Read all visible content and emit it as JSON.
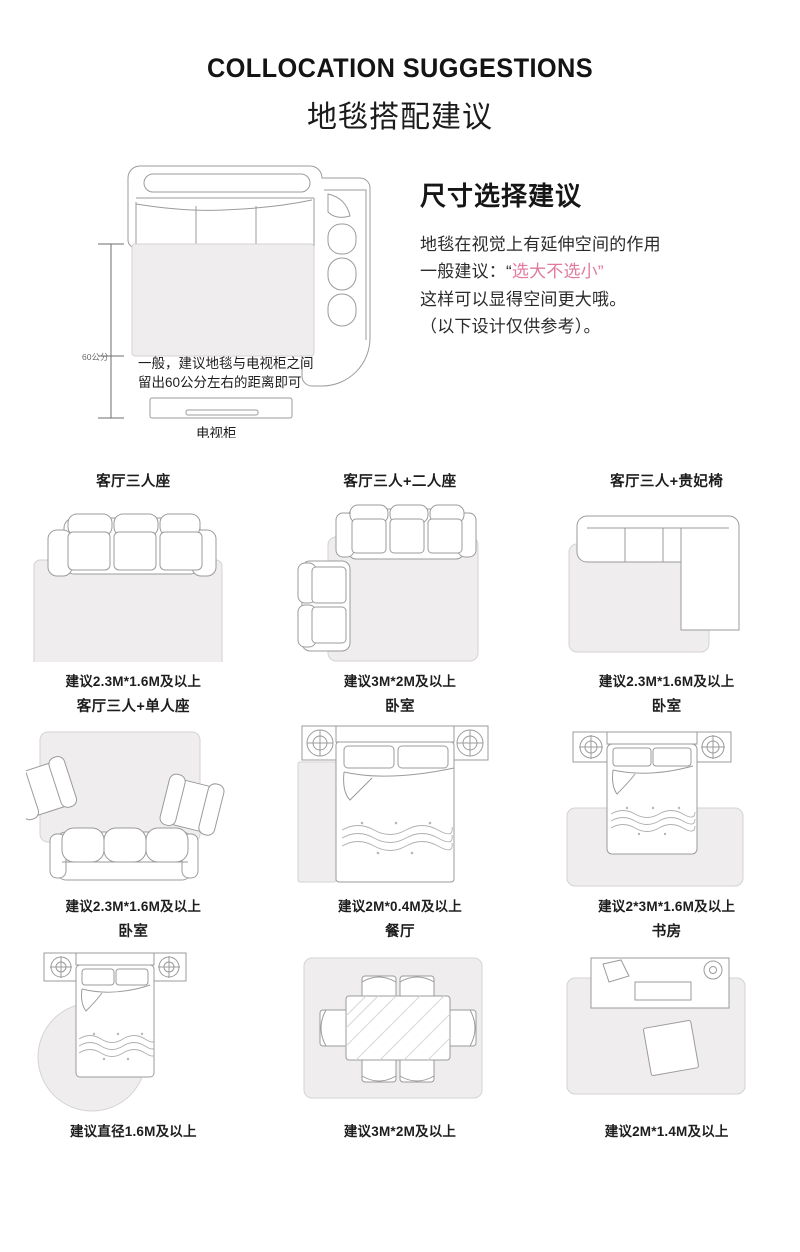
{
  "header": {
    "title_en": "COLLOCATION SUGGESTIONS",
    "title_cn": "地毯搭配建议"
  },
  "top_section": {
    "diagram": {
      "dimension_label": "60公分",
      "note_line1": "一般，建议地毯与电视柜之间",
      "note_line2": "留出60公分左右的距离即可",
      "tv_cabinet_label": "电视柜"
    },
    "text": {
      "heading": "尺寸选择建议",
      "line1": "地毯在视觉上有延伸空间的作用",
      "line2_prefix": "一般建议：",
      "line2_quote_open": "“",
      "line2_highlight": "选大不选小",
      "line2_quote_close": "”",
      "line3": "这样可以显得空间更大哦。",
      "line4": "（以下设计仅供参考）。"
    }
  },
  "grid": {
    "cells": [
      {
        "title": "客厅三人座",
        "note": "建议2.3M*1.6M及以上",
        "art": "sofa3"
      },
      {
        "title": "客厅三人+二人座",
        "note": "建议3M*2M及以上",
        "art": "sofa3plus2"
      },
      {
        "title": "客厅三人+贵妃椅",
        "note": "建议2.3M*1.6M及以上",
        "art": "sofa3chaise"
      },
      {
        "title": "客厅三人+单人座",
        "note": "建议2.3M*1.6M及以上",
        "art": "sofa3plus1"
      },
      {
        "title": "卧室",
        "note": "建议2M*0.4M及以上",
        "art": "bedrunner"
      },
      {
        "title": "卧室",
        "note": "建议2*3M*1.6M及以上",
        "art": "bedfull"
      },
      {
        "title": "卧室",
        "note": "建议直径1.6M及以上",
        "art": "bedround"
      },
      {
        "title": "餐厅",
        "note": "建议3M*2M及以上",
        "art": "dining"
      },
      {
        "title": "书房",
        "note": "建议2M*1.4M及以上",
        "art": "study"
      }
    ]
  },
  "colors": {
    "rug_fill": "#efedee",
    "rug_stroke": "#d5d2d4",
    "line": "#9b9b9b",
    "highlight_pink": "#e2799f",
    "text": "#1a1a1a",
    "background": "#ffffff"
  }
}
